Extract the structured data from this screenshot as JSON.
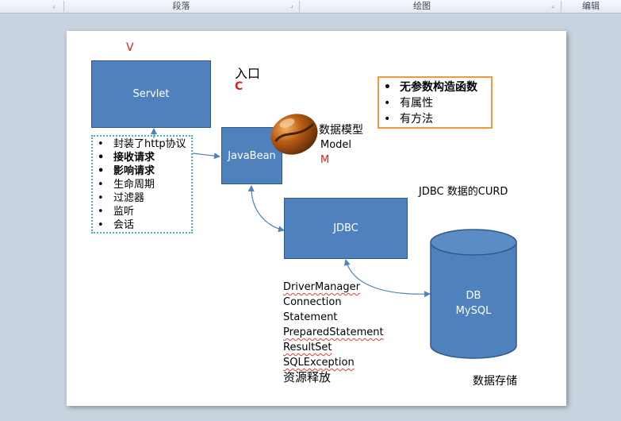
{
  "ribbon": {
    "group_paragraph": "段落",
    "group_drawing": "绘图",
    "group_editing": "编辑"
  },
  "diagram": {
    "v_label": "V",
    "servlet_label": "Servlet",
    "entry_label": "入口",
    "c_label": "C",
    "servlet_features": [
      "封装了http协议",
      "接收请求",
      "影响请求",
      "生命周期",
      "过滤器",
      "监听",
      "会话"
    ],
    "javabean_label": "JavaBean",
    "model_cn": "数据模型",
    "model_en": "Model",
    "m_label": "M",
    "bean_rules": [
      "无参数构造函数",
      "有属性",
      "有方法"
    ],
    "jdbc_title": "JDBC 数据的CURD",
    "jdbc_label": "JDBC",
    "jdbc_classes": [
      "DriverManager",
      "Connection",
      "Statement",
      "PreparedStatement",
      "ResultSet",
      "SQLException",
      "资源释放"
    ],
    "db_line1": "DB",
    "db_line2": "MySQL",
    "storage_label": "数据存储",
    "colors": {
      "box_fill": "#4f81bd",
      "box_border": "#2e5a8a",
      "accent_red": "#e0201b",
      "orange_border": "#f09a3c",
      "dotted_border": "#4bacc6"
    },
    "icon": "coffee-bean-icon"
  }
}
